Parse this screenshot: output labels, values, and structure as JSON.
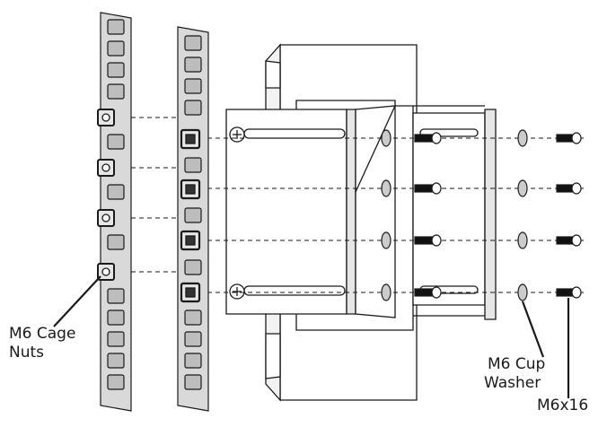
{
  "labels": {
    "cage_nuts_line1": "M6 Cage",
    "cage_nuts_line2": "Nuts",
    "cup_washer_line1": "M6 Cup",
    "cup_washer_line2": "Washer",
    "screw": "M6x16"
  },
  "colors": {
    "line": "#1a1a1a",
    "rail_fill": "#d9d9d9",
    "hole_fill": "#bdbdbd",
    "part_fill": "#ffffff"
  }
}
